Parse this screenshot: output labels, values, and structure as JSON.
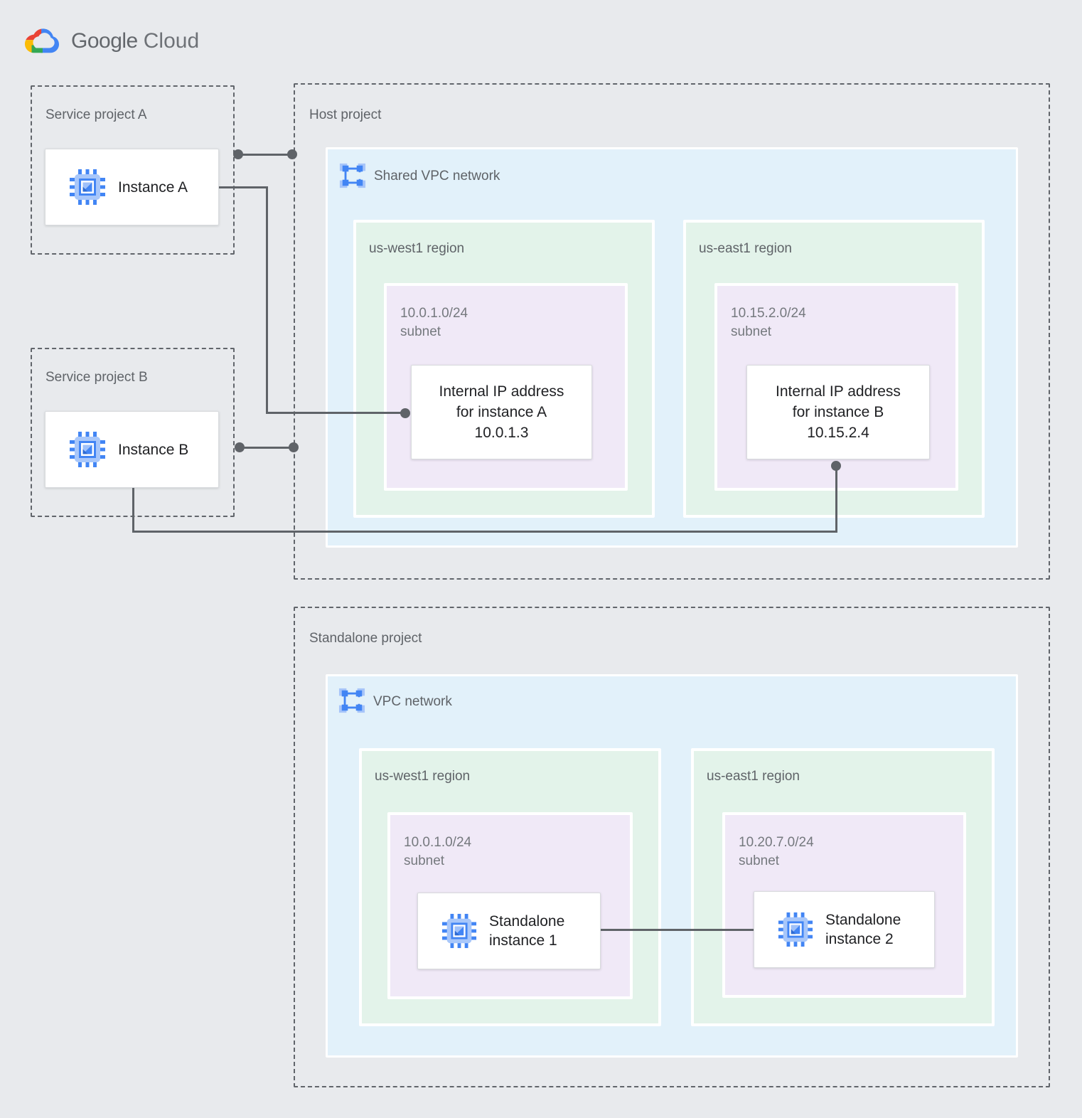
{
  "logo": {
    "primary": "Google",
    "secondary": "Cloud"
  },
  "colors": {
    "background": "#E8EAED",
    "network_fill": "#E2F1FA",
    "region_fill": "#E3F3EA",
    "subnet_fill": "#F0E9F7",
    "connector": "#5F6368",
    "accent_blue": "#4285F4",
    "icon_light_blue": "#A7C5F9"
  },
  "service_project_a": {
    "label": "Service project A",
    "instance_label": "Instance A"
  },
  "service_project_b": {
    "label": "Service project B",
    "instance_label": "Instance B"
  },
  "host_project": {
    "label": "Host project",
    "network_label": "Shared VPC network",
    "west": {
      "region_label": "us-west1 region",
      "subnet_cidr": "10.0.1.0/24",
      "subnet_word": "subnet",
      "ip_line1": "Internal IP address",
      "ip_line2": "for instance A",
      "ip_line3": "10.0.1.3"
    },
    "east": {
      "region_label": "us-east1 region",
      "subnet_cidr": "10.15.2.0/24",
      "subnet_word": "subnet",
      "ip_line1": "Internal IP address",
      "ip_line2": "for instance B",
      "ip_line3": "10.15.2.4"
    }
  },
  "standalone_project": {
    "label": "Standalone project",
    "network_label": "VPC network",
    "west": {
      "region_label": "us-west1 region",
      "subnet_cidr": "10.0.1.0/24",
      "subnet_word": "subnet",
      "instance_line1": "Standalone",
      "instance_line2": "instance 1"
    },
    "east": {
      "region_label": "us-east1 region",
      "subnet_cidr": "10.20.7.0/24",
      "subnet_word": "subnet",
      "instance_line1": "Standalone",
      "instance_line2": "instance 2"
    }
  }
}
